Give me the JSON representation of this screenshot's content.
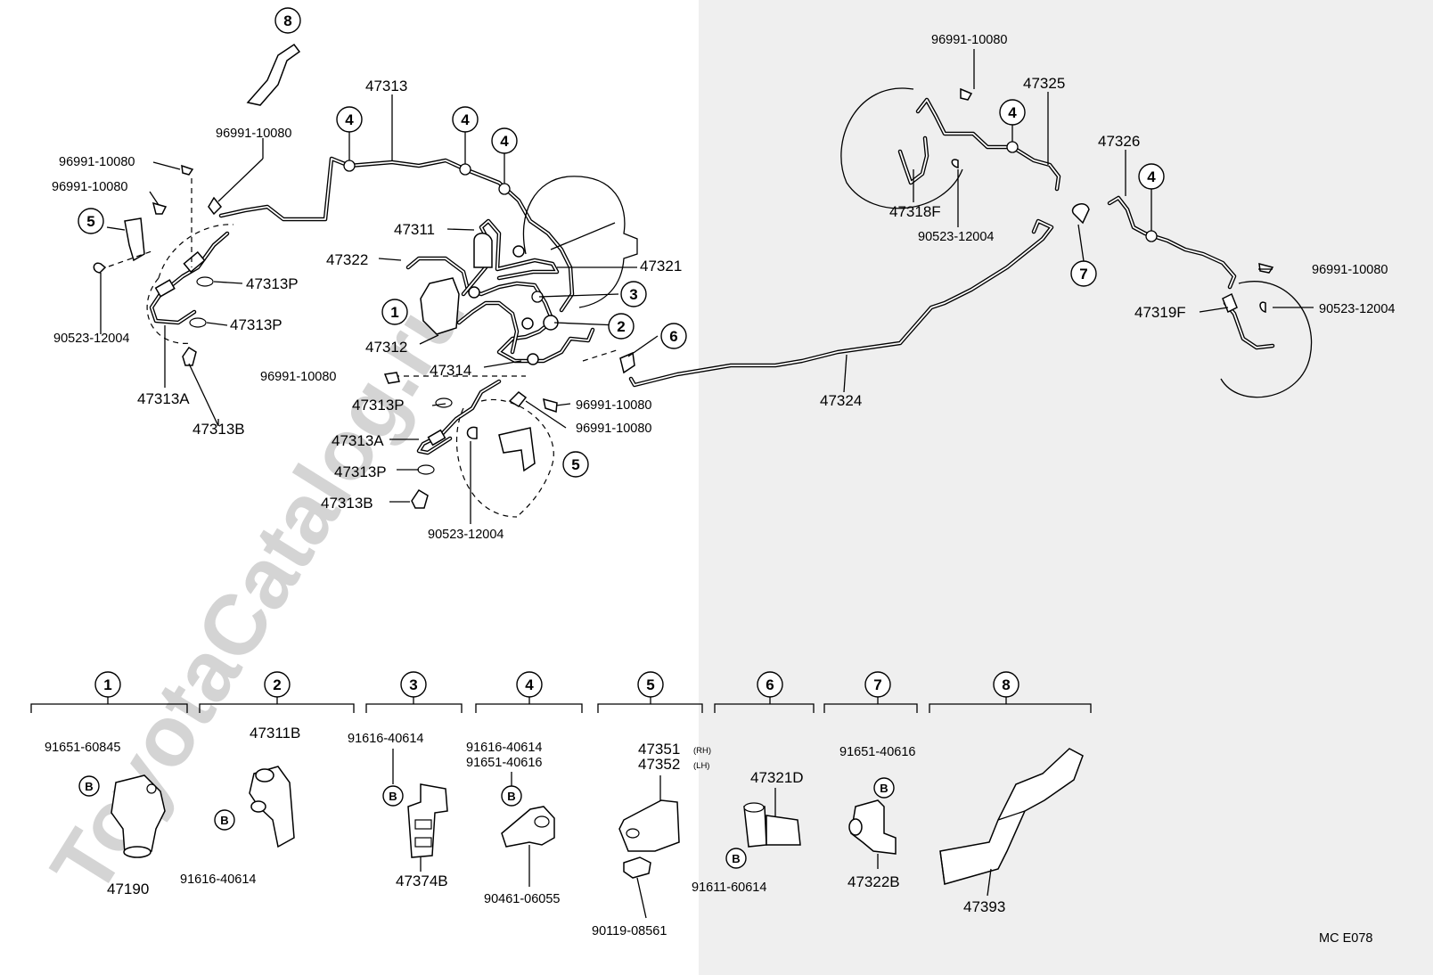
{
  "watermark": "ToyotaCatalog.ru",
  "diagram_code": "MC  E078",
  "callouts": {
    "c1": "1",
    "c2": "2",
    "c3": "3",
    "c4": "4",
    "c5": "5",
    "c6": "6",
    "c7": "7",
    "c8": "8"
  },
  "labels": {
    "p47313_top": "47313",
    "p96991_a": "96991-10080",
    "p96991_b": "96991-10080",
    "p96991_c": "96991-10080",
    "p47311": "47311",
    "p47322": "47322",
    "p47321": "47321",
    "p47313P_a": "47313P",
    "p47313P_b": "47313P",
    "p90523_left": "90523-12004",
    "p47313A_left": "47313A",
    "p47313B_left": "47313B",
    "p47312": "47312",
    "p47314": "47314",
    "p96991_mid": "96991-10080",
    "p47313P_mid": "47313P",
    "p96991_d": "96991-10080",
    "p96991_e": "96991-10080",
    "p47313A_mid": "47313A",
    "p47313P_low": "47313P",
    "p47313B_low": "47313B",
    "p90523_mid": "90523-12004",
    "p47324": "47324",
    "p96991_top_right": "96991-10080",
    "p47325": "47325",
    "p47326": "47326",
    "p47318F": "47318F",
    "p90523_right_a": "90523-12004",
    "p96991_far_right": "96991-10080",
    "p47319F": "47319F",
    "p90523_right_b": "90523-12004"
  },
  "detail_groups": {
    "g1": {
      "num": "1",
      "bolt": "91651-60845",
      "part": "47190",
      "bmark": "B"
    },
    "g2": {
      "num": "2",
      "part": "47311B",
      "bolt": "91616-40614",
      "bmark": "B"
    },
    "g3": {
      "num": "3",
      "bolt": "91616-40614",
      "part": "47374B",
      "bmark": "B"
    },
    "g4": {
      "num": "4",
      "bolt1": "91616-40614",
      "bolt2": "91651-40616",
      "part": "90461-06055",
      "bmark": "B"
    },
    "g5": {
      "num": "5",
      "part_rh": "47351",
      "rh": "(RH)",
      "part_lh": "47352",
      "lh": "(LH)",
      "bolt": "90119-08561"
    },
    "g6": {
      "num": "6",
      "part": "47321D",
      "bolt": "91611-60614",
      "bmark": "B"
    },
    "g7": {
      "num": "7",
      "bolt": "91651-40616",
      "part": "47322B",
      "bmark": "B"
    },
    "g8": {
      "num": "8",
      "part": "47393"
    }
  }
}
